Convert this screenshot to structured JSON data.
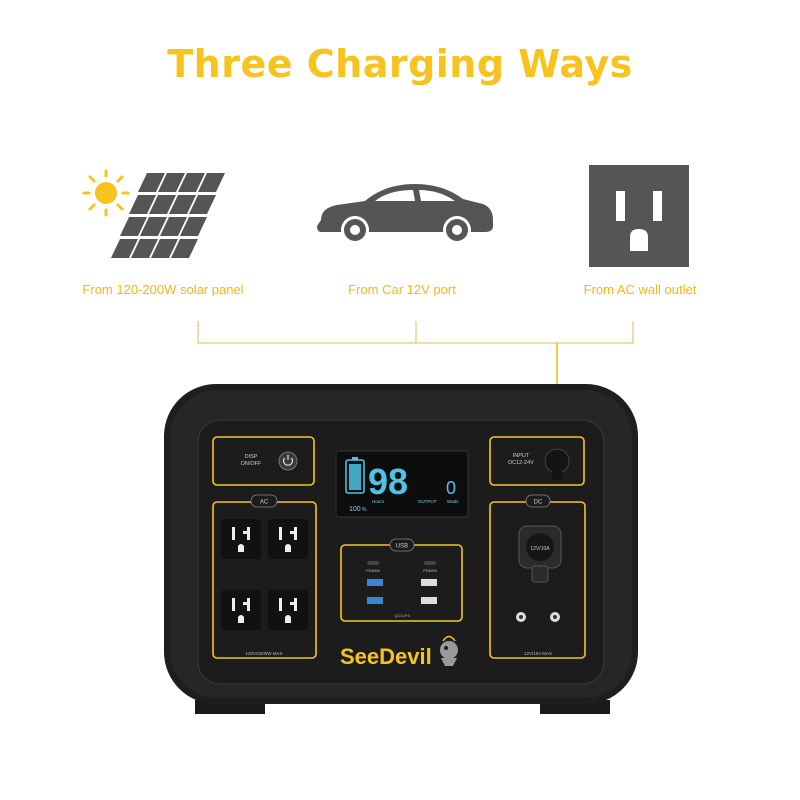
{
  "title": "Three Charging Ways",
  "methods": [
    {
      "icon": "solar-panel-icon",
      "label": "From 120-200W solar panel"
    },
    {
      "icon": "car-icon",
      "label": "From Car 12V port"
    },
    {
      "icon": "ac-outlet-icon",
      "label": "From AC wall outlet"
    }
  ],
  "device": {
    "brand": "SeeDevil",
    "disp_label": "DISP\nON/OFF",
    "input_label": "INPUT\nDC12-24V",
    "ac_label": "AC",
    "ac_rating": "120V/2000W MAX",
    "usb_label": "USB",
    "usb_rating": "QC3.0*4",
    "usb_c_left": "PD60W",
    "usb_c_right": "PD60W",
    "dc_label": "DC",
    "dc_socket_label": "12V/10A",
    "dc_rating": "12V/10A MAX",
    "display": {
      "percent": "98",
      "hours_label": "Hours",
      "output_label": "OUTPUT",
      "output_value": "0",
      "watts_label": "Watts",
      "battery_value": "100",
      "battery_unit": "%"
    }
  },
  "colors": {
    "accent": "#f7c31e",
    "icon_gray": "#555555",
    "device_body": "#202020",
    "lcd_cyan": "#4fc3e6"
  }
}
